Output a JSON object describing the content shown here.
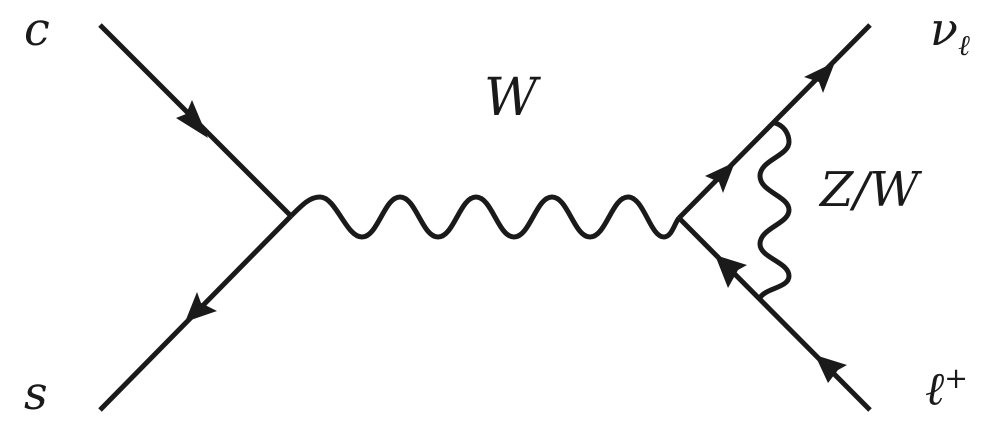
{
  "diagram": {
    "type": "feynman",
    "colors": {
      "line": "#1a1a1a",
      "background": "#ffffff"
    },
    "labels": {
      "c": "c",
      "s": "s",
      "W": "W",
      "nu": "ν",
      "nu_sub": "ℓ",
      "lepton": "ℓ",
      "lepton_sup": "+",
      "loop_boson": "Z/W"
    },
    "particles": [
      {
        "name": "c quark",
        "type": "fermion",
        "direction": "incoming"
      },
      {
        "name": "s quark",
        "type": "antifermion",
        "direction": "incoming"
      },
      {
        "name": "W boson",
        "type": "boson-propagator"
      },
      {
        "name": "neutrino",
        "type": "fermion",
        "direction": "outgoing"
      },
      {
        "name": "antilepton",
        "type": "antifermion",
        "direction": "outgoing"
      },
      {
        "name": "Z/W boson",
        "type": "boson-loop-exchange"
      }
    ]
  }
}
